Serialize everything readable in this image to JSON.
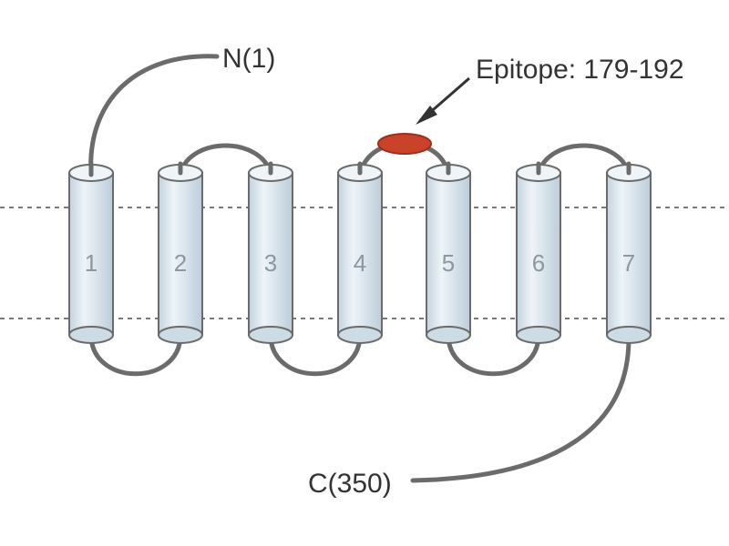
{
  "labels": {
    "n_terminus": "N(1)",
    "c_terminus": "C(350)",
    "epitope": "Epitope: 179-192"
  },
  "helices": [
    "1",
    "2",
    "3",
    "4",
    "5",
    "6",
    "7"
  ],
  "colors": {
    "helix_fill": "#dde9f1",
    "helix_stroke": "#6b6b6b",
    "loop": "#6b6b6b",
    "epitope": "#c9432a",
    "membrane_line": "#7a7a7a"
  }
}
